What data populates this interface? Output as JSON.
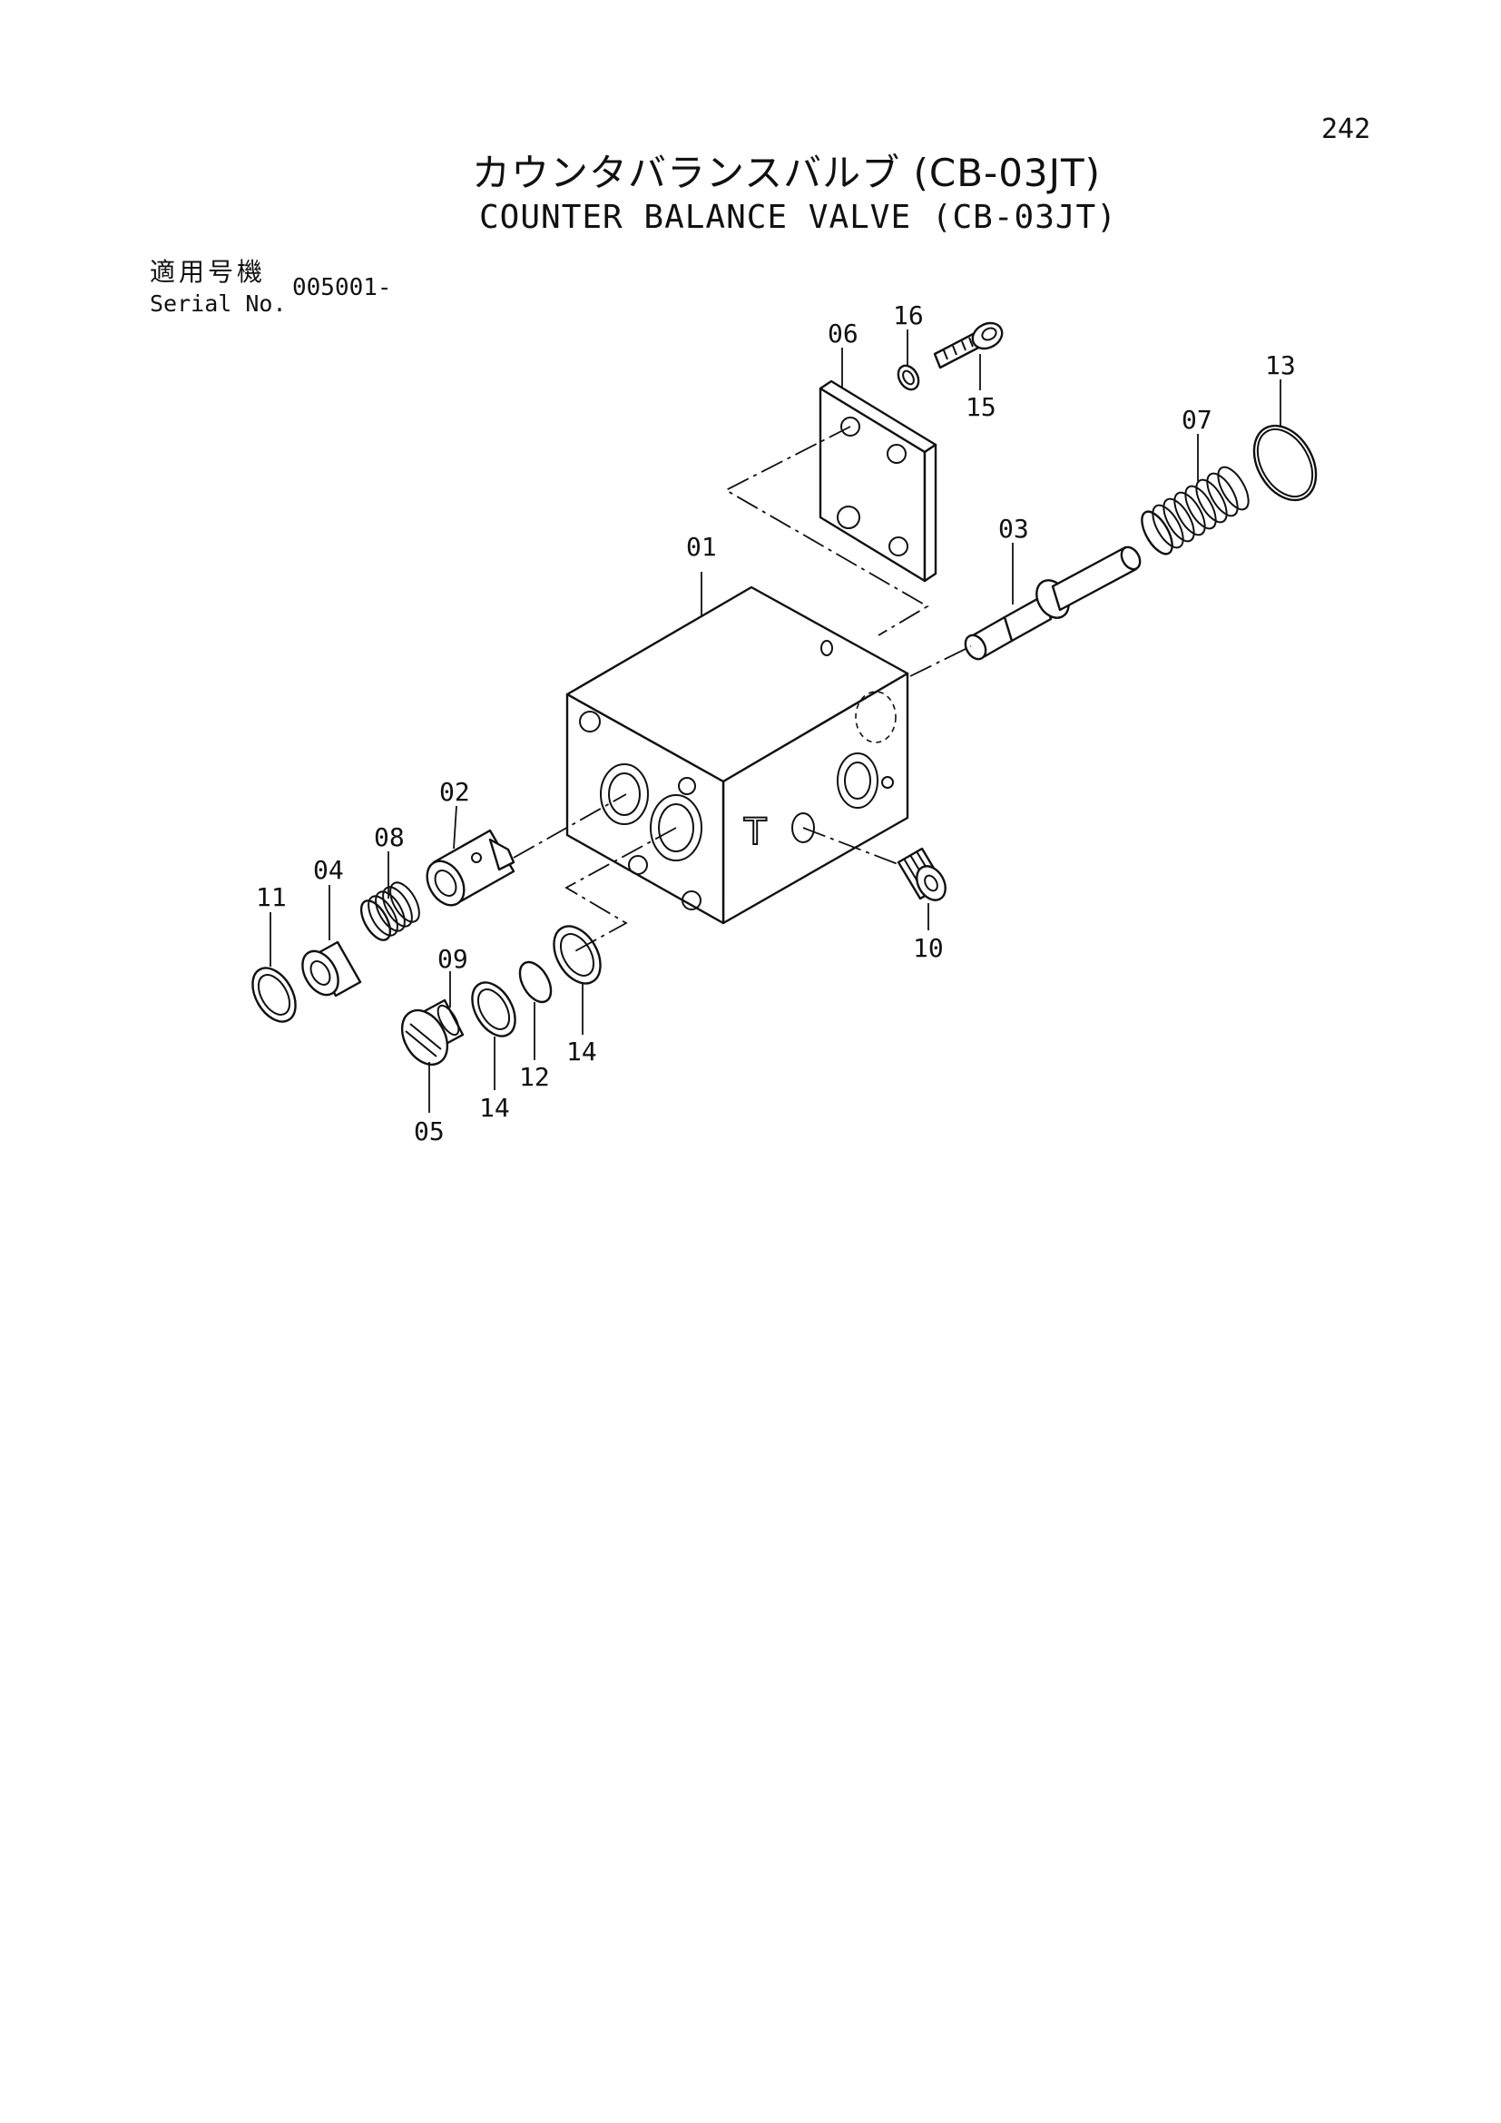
{
  "page": {
    "number": "242",
    "title_jp": "カウンタバランスバルブ (CB-03JT)",
    "title_en": "COUNTER BALANCE VALVE (CB-03JT)",
    "serial_label_jp": "適用号機",
    "serial_label_en": "Serial No.",
    "serial_value": "005001-"
  },
  "diagram": {
    "body_marking": "T",
    "callouts": {
      "c01": "01",
      "c02": "02",
      "c03": "03",
      "c04": "04",
      "c05": "05",
      "c06": "06",
      "c07": "07",
      "c08": "08",
      "c09": "09",
      "c10": "10",
      "c11": "11",
      "c12": "12",
      "c13": "13",
      "c14a": "14",
      "c14b": "14",
      "c15": "15",
      "c16": "16"
    }
  }
}
